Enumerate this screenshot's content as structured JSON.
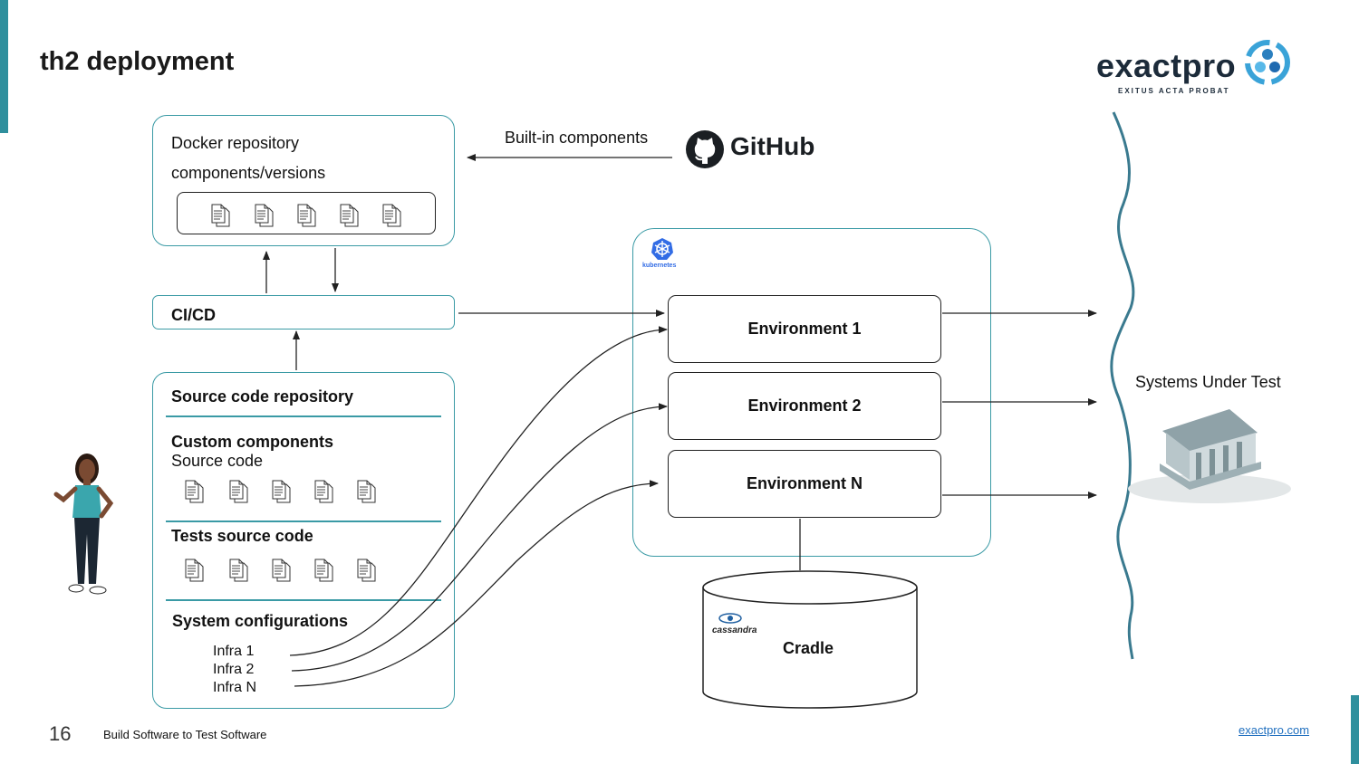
{
  "title": "th2 deployment",
  "logo": {
    "name": "exactpro",
    "tagline": "EXITUS ACTA PROBAT",
    "mark_icon": "exactpro-logo-icon"
  },
  "colors": {
    "accent": "#3a9aa5",
    "line": "#222222",
    "sut_wave": "#3a7a8f",
    "kubernetes": "#326ce5"
  },
  "docker": {
    "line1": "Docker repository",
    "line2": "components/versions"
  },
  "github": {
    "label": "Built-in components",
    "brand": "GitHub",
    "icon": "github-octocat-icon"
  },
  "cicd": {
    "label": "CI/CD"
  },
  "source": {
    "title": "Source code repository",
    "custom_title": "Custom components",
    "custom_sub": "Source code",
    "tests_title": "Tests source code",
    "config_title": "System configurations",
    "infra": [
      "Infra 1",
      "Infra 2",
      "Infra N"
    ]
  },
  "kubernetes": {
    "label": "kubernetes",
    "icon": "kubernetes-helm-icon"
  },
  "environments": [
    "Environment 1",
    "Environment 2",
    "Environment N"
  ],
  "cradle": {
    "label": "Cradle",
    "db_brand": "cassandra",
    "icon": "cassandra-eye-icon"
  },
  "sut": {
    "label": "Systems Under Test",
    "icon": "bank-building-icon"
  },
  "footer": {
    "page_number": "16",
    "text": "Build Software to Test Software",
    "link": "exactpro.com"
  }
}
